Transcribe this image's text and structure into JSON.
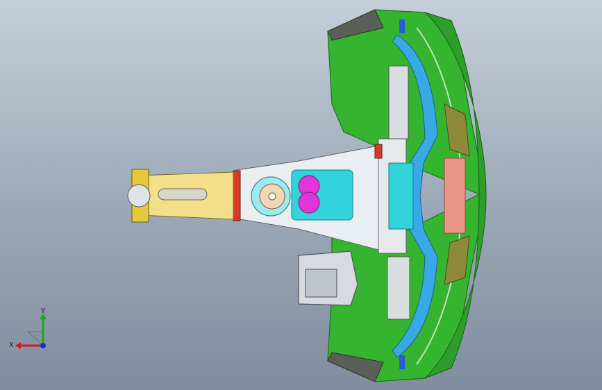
{
  "window": {
    "view": "cad-3d-viewport"
  },
  "triad": {
    "x_label": "X",
    "y_label": "Y",
    "x_color": "#d81818",
    "y_color": "#1ca81c",
    "z_color": "#1a2dd6"
  },
  "colors": {
    "background_top": "#c5cfd9",
    "background_bottom": "#7f8d9e",
    "housing_green": "#35b52f",
    "housing_dark": "#1f7a1c",
    "frame_blue": "#39a9e6",
    "cyan_part": "#33d3dc",
    "magenta_part": "#e134d9",
    "yellow_arm": "#f3df8a",
    "red_bracket": "#d83a2a",
    "salmon_panel": "#e99688",
    "grey_part": "#d7dadf"
  },
  "icons": {
    "triad": "axis-triad-icon"
  }
}
